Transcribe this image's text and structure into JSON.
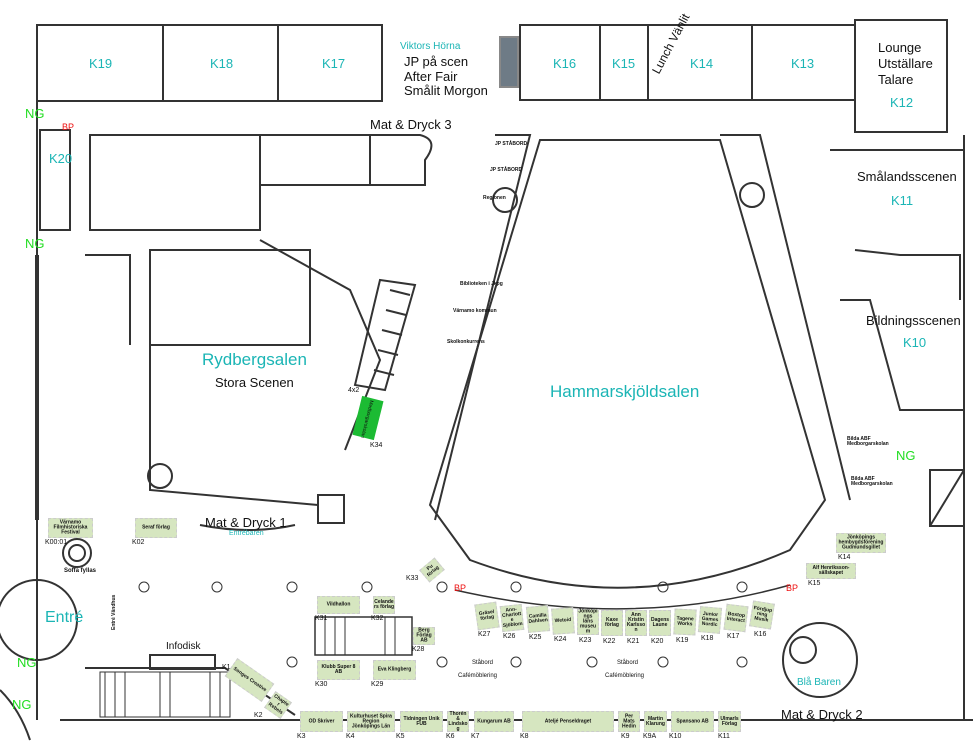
{
  "rooms": {
    "top": [
      "K19",
      "K18",
      "K17",
      "K16",
      "K15",
      "K14",
      "K13"
    ],
    "k12": "K12",
    "k11": "K11",
    "k10": "K10",
    "k20": "K20",
    "lounge": [
      "Lounge",
      "Utställare",
      "Talare"
    ],
    "viktors": "Viktors Hörna",
    "jp_scen": [
      "JP på scen",
      "After Fair",
      "Smålit Morgon"
    ],
    "lunch": "Lunch Vänlit",
    "smalandsscenen": "Smålandsscenen",
    "bildningsscenen": "Bildningsscenen",
    "rydberg": "Rydbergsalen",
    "stora": "Stora Scenen",
    "hammar": "Hammarskjöldsalen",
    "md3": "Mat & Dryck 3",
    "md1": "Mat & Dryck 1",
    "entrebaren": "Entrébaren",
    "md2": "Mat & Dryck 2",
    "bla_baren": "Blå Baren",
    "entre": "Entré",
    "infodisk": "Infodisk",
    "soffa": "Soffa fyllas",
    "entre_vandhus": "Entré Vändhus",
    "staabord": "Ståbord",
    "cafe": "Cafémöblering"
  },
  "markers": {
    "ng": "NG",
    "bp": "BP"
  },
  "stations": [
    "JP STÅBORD",
    "JP STÅBORD",
    "Regionen",
    "Biblioteken i Jkpg",
    "Värnamo kommun",
    "Skolkonkurrens",
    "Bilda ABF Medborgarskolan",
    "Bilda ABF Medborgarskolan"
  ],
  "k34": {
    "id": "K34",
    "label": "Medborgarskolan",
    "size": "4x2"
  },
  "booths": [
    {
      "id": "K00:01",
      "name": "Värnamo Filmhistoriska Festival"
    },
    {
      "id": "K02",
      "name": "Seraf förlag"
    },
    {
      "id": "K33",
      "name": "Pu förlag"
    },
    {
      "id": "K31",
      "name": "Vildhallon"
    },
    {
      "id": "K32",
      "name": "Celanders förlag"
    },
    {
      "id": "K28",
      "name": "Berg Förlag AB"
    },
    {
      "id": "K30",
      "name": "Klubb Super 8 AB"
    },
    {
      "id": "K29",
      "name": "Eva Klingberg"
    },
    {
      "id": "K1",
      "name": "Songes Creative"
    },
    {
      "id": "K2",
      "name": "Chapter Rebels"
    },
    {
      "id": "K3",
      "name": "OD Skriver"
    },
    {
      "id": "K4",
      "name": "Kulturhuset Spira Region Jönköpings Län"
    },
    {
      "id": "K5",
      "name": "Tidningen Unik FUB"
    },
    {
      "id": "K6",
      "name": "Thorén & Lindskog"
    },
    {
      "id": "K7",
      "name": "Kungarum AB"
    },
    {
      "id": "K8",
      "name": "Ateljé Penseldraget"
    },
    {
      "id": "K9",
      "name": "Per Mats Hedin"
    },
    {
      "id": "K9A",
      "name": "Martin Klarung"
    },
    {
      "id": "K10",
      "name": "Spansano AB"
    },
    {
      "id": "K11",
      "name": "Ulmarls Förlag"
    },
    {
      "id": "K14",
      "name": "Jönköpings hembygdsförening Gudmundsgillet"
    },
    {
      "id": "K15",
      "name": "Alf Henriksson-sällskapet"
    }
  ],
  "arc_booths": [
    {
      "id": "K27",
      "name": "Gräsel förlag"
    },
    {
      "id": "K26",
      "name": "Ann-Charlotte Sjöblom"
    },
    {
      "id": "K25",
      "name": "Camilla Dahlsen"
    },
    {
      "id": "K24",
      "name": "Wetoid"
    },
    {
      "id": "K23",
      "name": "Jönköpings läns museum"
    },
    {
      "id": "K22",
      "name": "Kaxe förlag"
    },
    {
      "id": "K21",
      "name": "Ann Kristin Karlsson"
    },
    {
      "id": "K20",
      "name": "Dagens Laune"
    },
    {
      "id": "K19",
      "name": "Tagene Works"
    },
    {
      "id": "K18",
      "name": "Junior Games Nordic"
    },
    {
      "id": "K17",
      "name": "Boxtop Interact"
    },
    {
      "id": "K16",
      "name": "Fördjupning Musik"
    }
  ]
}
